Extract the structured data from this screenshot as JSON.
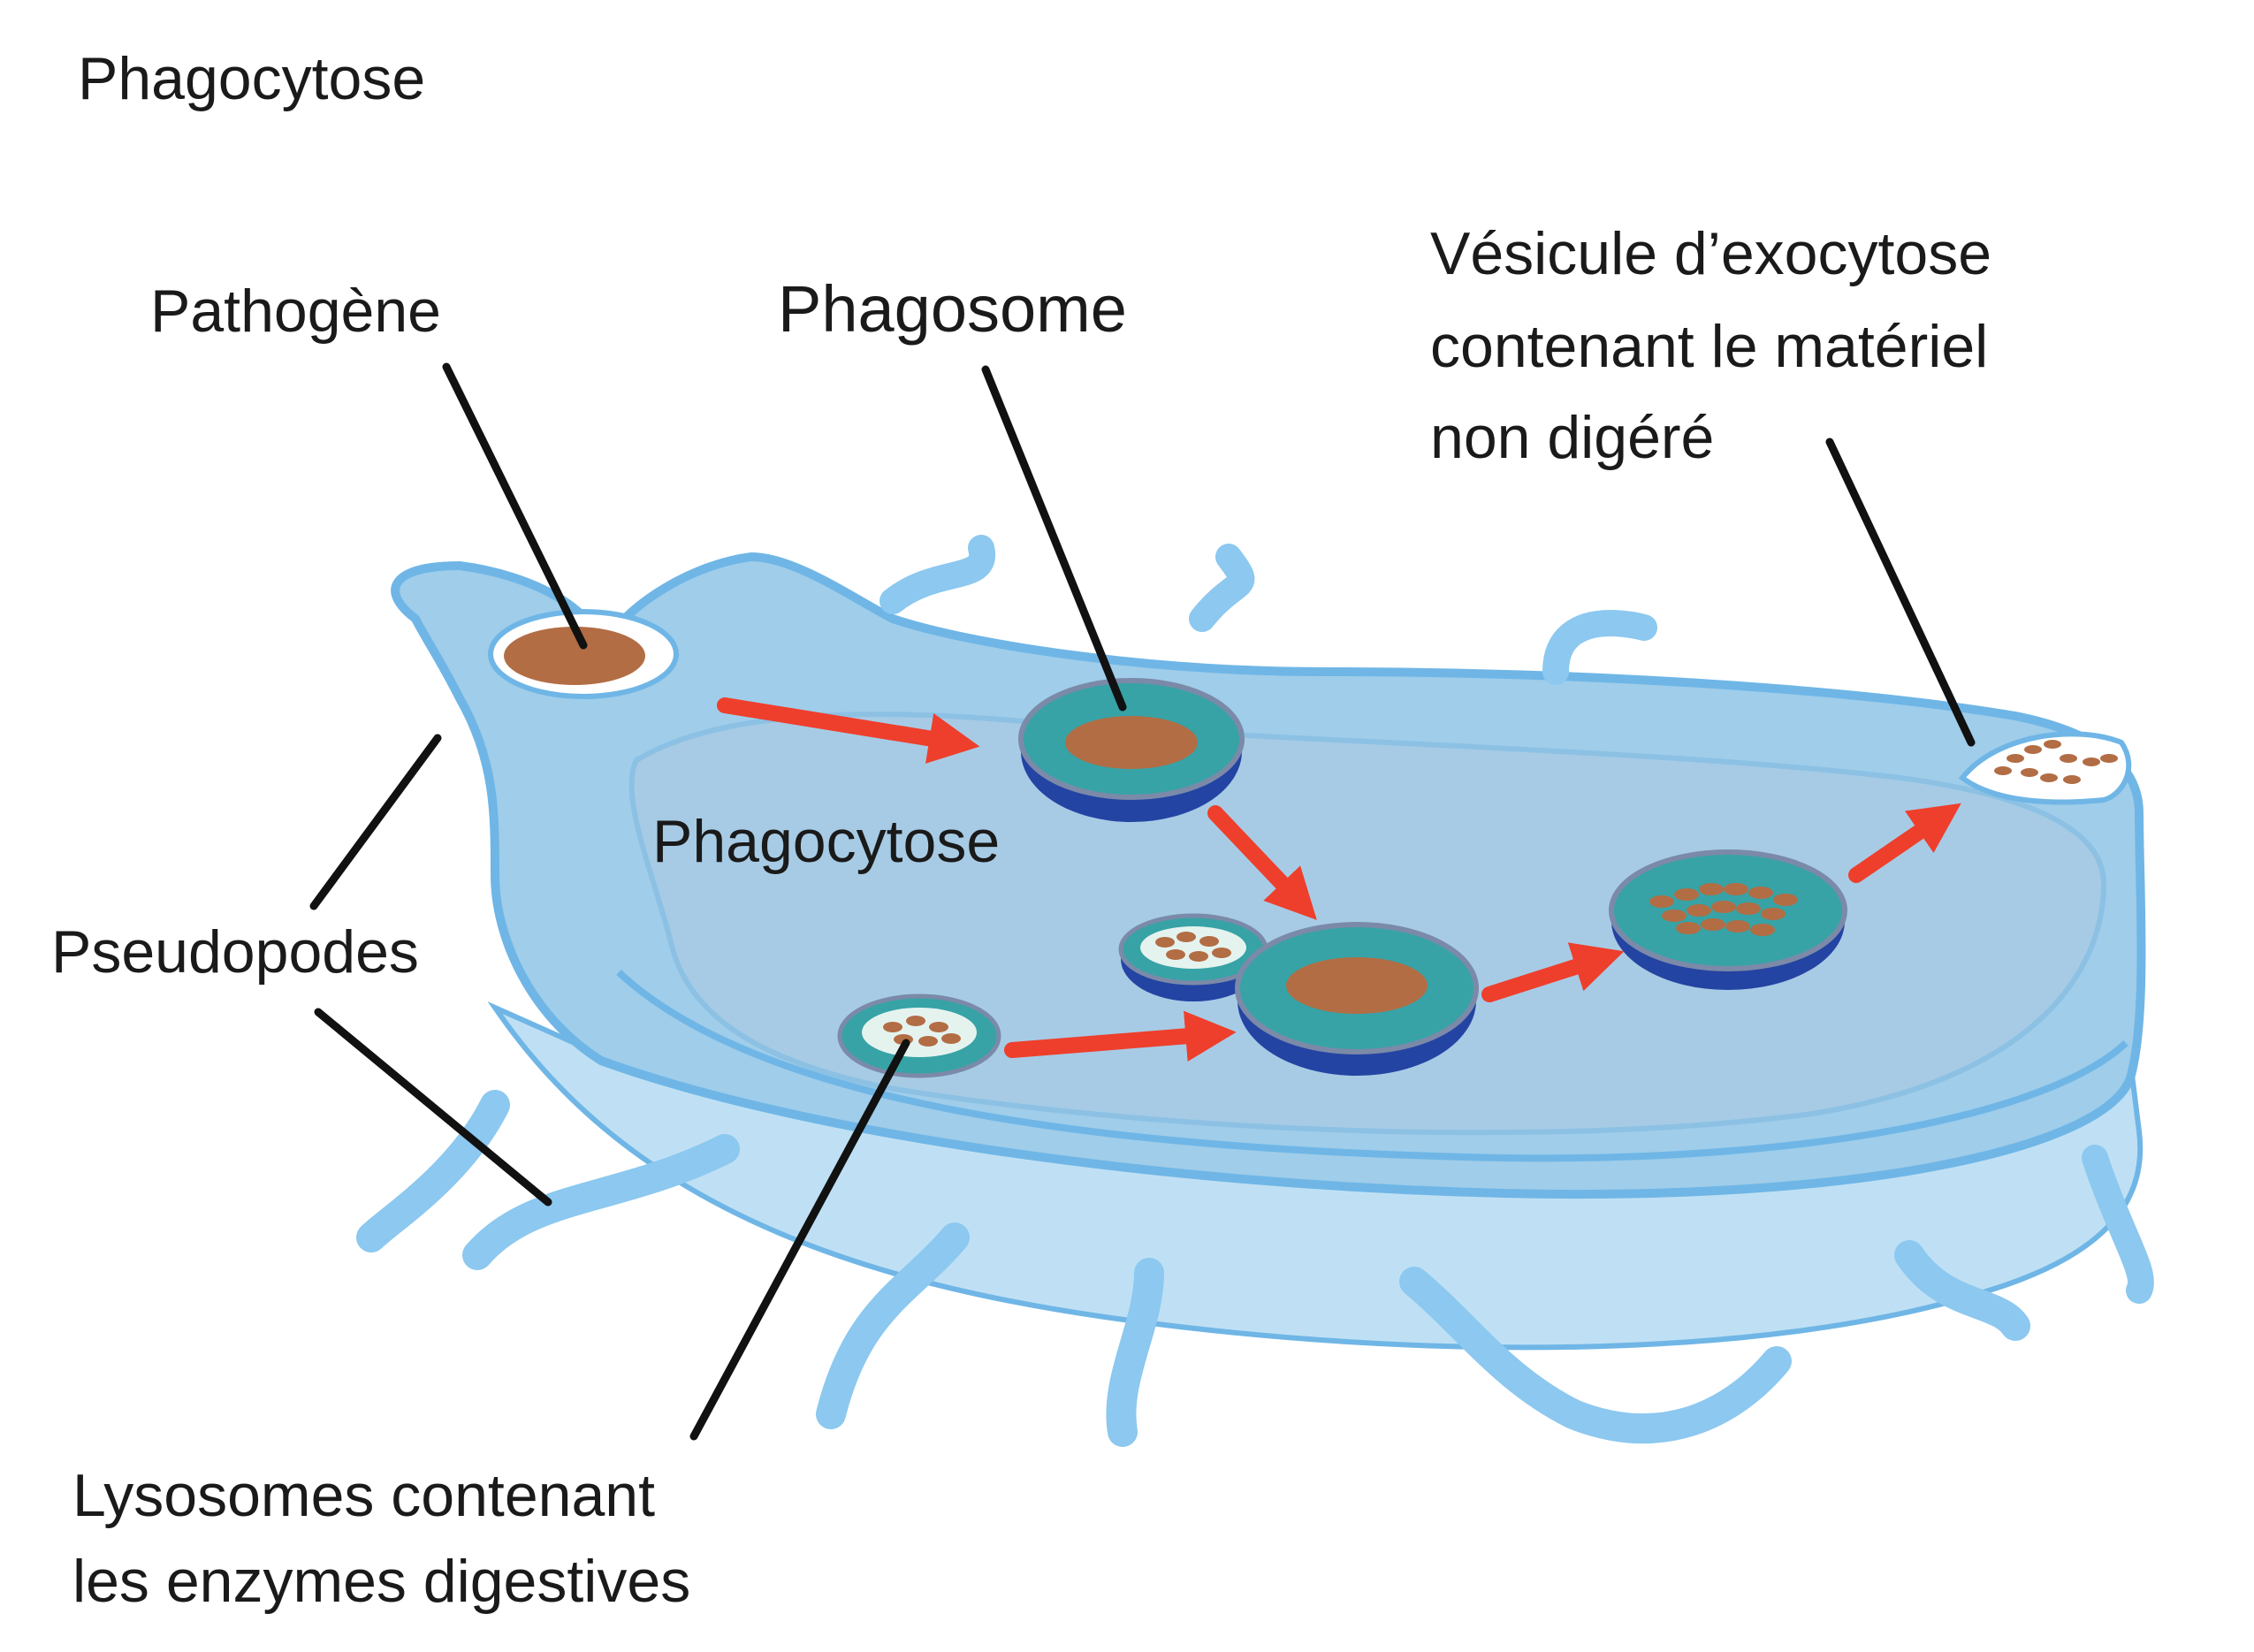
{
  "title": "Phagocytose",
  "labels": {
    "pathogen": "Pathogène",
    "phagosome": "Phagosome",
    "exocytosis_line1": "Vésicule d’exocytose",
    "exocytosis_line2": "contenant le matériel",
    "exocytosis_line3": "non digéré",
    "phagocytosis": "Phagocytose",
    "pseudopods": "Pseudopodes",
    "lysosomes_line1": "Lysosomes contenant",
    "lysosomes_line2": "les enzymes digestives"
  },
  "colors": {
    "cell_fill": "#9fcdea",
    "cell_outline": "#6fb6e6",
    "cell_base": "#bfe0f4",
    "cytoplasm": "#a7cbe5",
    "vesicle_teal": "#37a3a6",
    "vesicle_dark": "#2444a3",
    "pathogen_brown": "#b26d44",
    "arrow_red": "#ee3f2c",
    "leader_line": "#111111"
  }
}
